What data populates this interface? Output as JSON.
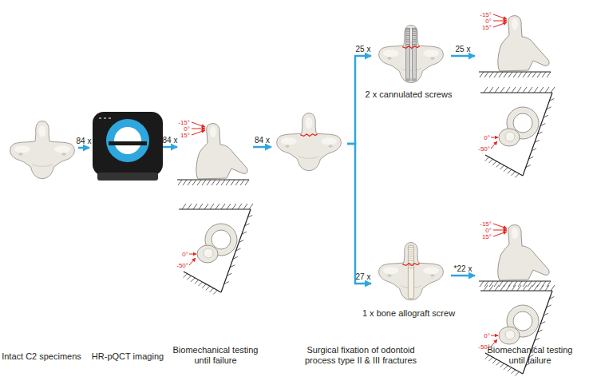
{
  "diagram": {
    "nodes": [
      {
        "text": [
          "Intact C2 specimens"
        ]
      },
      {
        "text": [
          "HR-pQCT imaging"
        ]
      },
      {
        "text": [
          "Biomechanical testing until failure"
        ]
      },
      {
        "text": [
          "Surgical fixation of odontoid process type II & III fractures"
        ]
      },
      {
        "text": [
          "2 x cannulated screws"
        ]
      },
      {
        "text": [
          "1 x bone allograft screw"
        ]
      },
      {
        "text": [
          "Biomechanical testing until failure"
        ]
      }
    ],
    "edges": [
      {
        "from": 0,
        "to": 1,
        "arrow": "to",
        "label": "84 x"
      },
      {
        "from": 1,
        "to": 2,
        "arrow": "to",
        "label": "84 x"
      },
      {
        "from": 2,
        "to": 3,
        "arrow": "to",
        "label": "84 x"
      },
      {
        "from": 3,
        "to": 4,
        "arrow": "to",
        "label": "25 x"
      },
      {
        "from": 3,
        "to": 5,
        "arrow": "to",
        "label": "27 x"
      },
      {
        "from": 4,
        "to": 6,
        "arrow": "to",
        "label": "25 x"
      },
      {
        "from": 5,
        "to": 6,
        "arrow": "to",
        "label": "*22 x"
      }
    ],
    "labels": [
      "-15°",
      "0°",
      "15°",
      "0°",
      "-50°",
      "-15°",
      "0°",
      "15°",
      "0°",
      "-50°",
      "-15°",
      "0°",
      "15°",
      "0°",
      "-50°"
    ]
  }
}
